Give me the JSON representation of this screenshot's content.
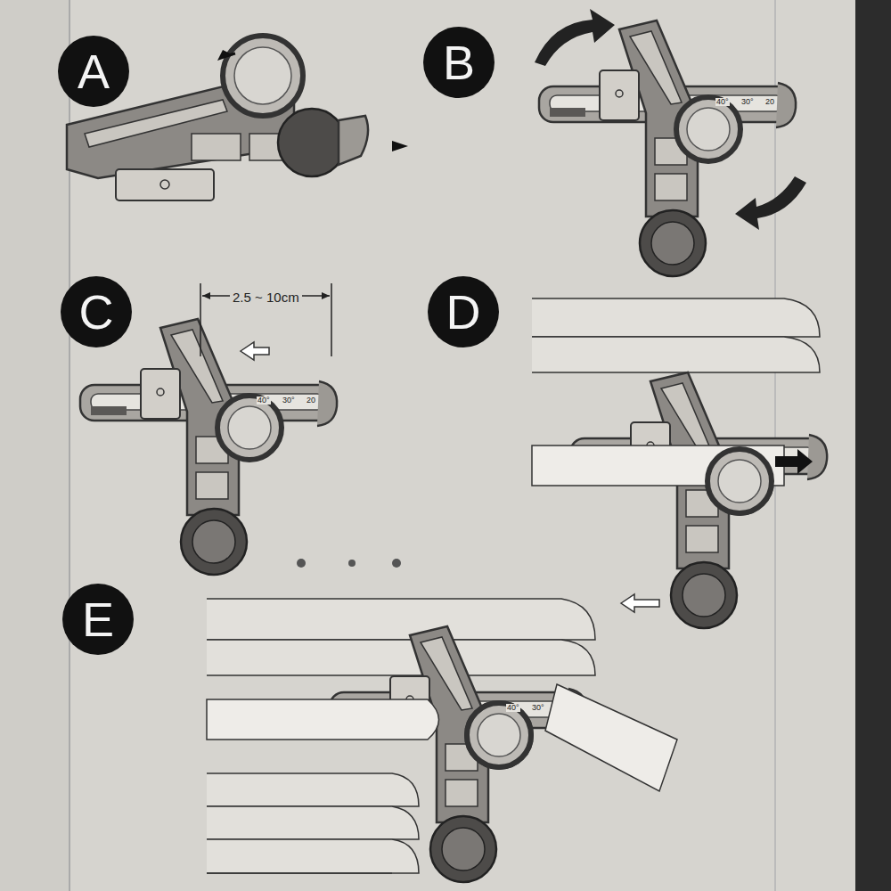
{
  "diagram": {
    "nodes": [
      {
        "text": [
          "A"
        ]
      },
      {
        "text": [
          "B"
        ]
      },
      {
        "text": [
          "C"
        ]
      },
      {
        "text": [
          "D"
        ]
      },
      {
        "text": [
          "E"
        ]
      }
    ],
    "labels": [
      "2.5 ~ 10cm",
      "40°",
      "30°",
      "20",
      "40°",
      "30°",
      "20",
      "40°",
      "30°"
    ]
  }
}
